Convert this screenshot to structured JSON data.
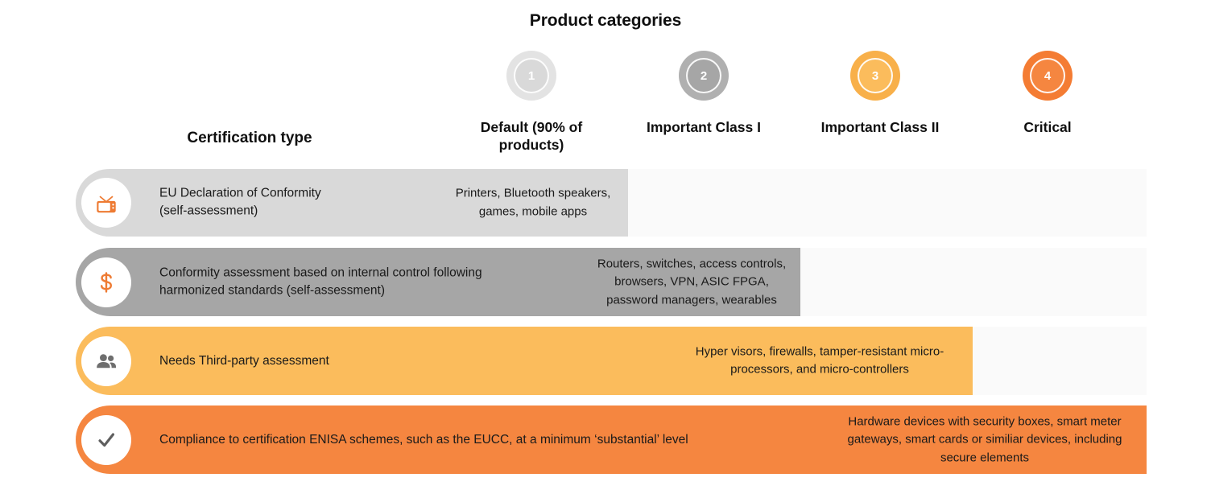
{
  "title": "Product categories",
  "cert_type_header": "Certification type",
  "colors": {
    "cat1": "#d9d9d9",
    "cat1_halo": "#e3e3e3",
    "cat2": "#a6a6a6",
    "cat2_halo": "#b0b0b0",
    "cat3": "#fbbc5c",
    "cat3_halo": "#f8b04a",
    "cat4": "#f58640",
    "cat4_halo": "#f47c33",
    "track": "#fafafa",
    "orange_accent": "#ee7b33",
    "icon_gray": "#6e6e6e",
    "text": "#1a1a1a"
  },
  "categories": [
    {
      "number": "1",
      "label": "Default (90% of products)"
    },
    {
      "number": "2",
      "label": "Important Class I"
    },
    {
      "number": "3",
      "label": "Important Class II"
    },
    {
      "number": "4",
      "label": "Critical"
    }
  ],
  "rows": [
    {
      "icon": "retro-tv-icon",
      "label": "EU Declaration of Conformity\n(self-assessment)",
      "cell_text": "Printers, Bluetooth speakers, games, mobile apps",
      "bar_color": "#d9d9d9"
    },
    {
      "icon": "dollar-sign-icon",
      "label": "Conformity assessment based on internal control following\nharmonized standards (self-assessment)",
      "cell_text": "Routers, switches, access controls, browsers, VPN, ASIC FPGA, password managers, wearables",
      "bar_color": "#a6a6a6"
    },
    {
      "icon": "two-people-icon",
      "label": "Needs Third-party assessment",
      "cell_text": "Hyper visors, firewalls, tamper-resistant micro-processors, and micro-controllers",
      "bar_color": "#fbbc5c"
    },
    {
      "icon": "checkmark-icon",
      "label": "Compliance to certification ENISA schemes, such as the EUCC, at a minimum ‘substantial’ level",
      "cell_text": "Hardware devices with security boxes, smart meter gateways, smart cards or similiar devices, including secure elements",
      "bar_color": "#f58640"
    }
  ],
  "chart_data": {
    "type": "table",
    "title": "Product categories",
    "columns": [
      "Certification type",
      "Default (90% of products)",
      "Important Class I",
      "Important Class II",
      "Critical"
    ],
    "rows": [
      {
        "certification_type": "EU Declaration of Conformity (self-assessment)",
        "category": "Default (90% of products)",
        "category_number": 1,
        "examples": "Printers, Bluetooth speakers, games, mobile apps",
        "bar_extent_columns": 1
      },
      {
        "certification_type": "Conformity assessment based on internal control following harmonized standards (self-assessment)",
        "category": "Important Class I",
        "category_number": 2,
        "examples": "Routers, switches, access controls, browsers, VPN, ASIC FPGA, password managers, wearables",
        "bar_extent_columns": 2
      },
      {
        "certification_type": "Needs Third-party assessment",
        "category": "Important Class II",
        "category_number": 3,
        "examples": "Hyper visors, firewalls, tamper-resistant micro-processors, and micro-controllers",
        "bar_extent_columns": 3
      },
      {
        "certification_type": "Compliance to certification ENISA schemes, such as the EUCC, at a minimum ‘substantial’ level",
        "category": "Critical",
        "category_number": 4,
        "examples": "Hardware devices with security boxes, smart meter gateways, smart cards or similiar devices, including secure elements",
        "bar_extent_columns": 4
      }
    ],
    "legend_position": "top",
    "grid": false
  }
}
